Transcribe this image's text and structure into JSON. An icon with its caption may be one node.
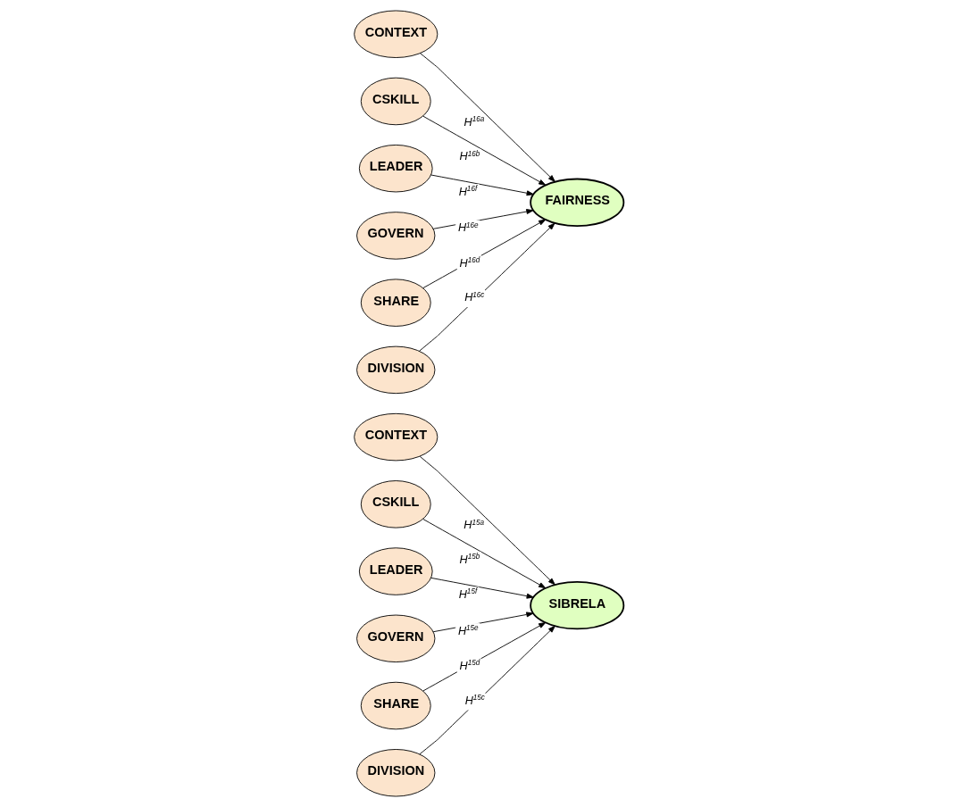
{
  "diagram": {
    "nodes": [
      {
        "text": [
          "CONTEXT"
        ]
      },
      {
        "text": [
          "CSKILL"
        ]
      },
      {
        "text": [
          "LEADER"
        ]
      },
      {
        "text": [
          "GOVERN"
        ]
      },
      {
        "text": [
          "SHARE"
        ]
      },
      {
        "text": [
          "DIVISION"
        ]
      },
      {
        "text": [
          "SIBRELA"
        ]
      },
      {
        "text": [
          "CONTEXT"
        ]
      },
      {
        "text": [
          "CSKILL"
        ]
      },
      {
        "text": [
          "LEADER"
        ]
      },
      {
        "text": [
          "GOVERN"
        ]
      },
      {
        "text": [
          "SHARE"
        ]
      },
      {
        "text": [
          "DIVISION"
        ]
      },
      {
        "text": [
          "FAIRNESS"
        ]
      }
    ],
    "edges": [
      {
        "from": 0,
        "to": 6,
        "arrow": "to",
        "label": "H$^{15a}$"
      },
      {
        "from": 1,
        "to": 6,
        "arrow": "to",
        "label": "H$^{15b}$"
      },
      {
        "from": 2,
        "to": 6,
        "arrow": "to",
        "label": "H$^{15f}$"
      },
      {
        "from": 3,
        "to": 6,
        "arrow": "to",
        "label": "H$^{15e}$"
      },
      {
        "from": 4,
        "to": 6,
        "arrow": "to",
        "label": "H$^{15d}$"
      },
      {
        "from": 5,
        "to": 6,
        "arrow": "to",
        "label": "H$^{15c}$"
      },
      {
        "from": 7,
        "to": 13,
        "arrow": "to",
        "label": "H$^{16a}$"
      },
      {
        "from": 8,
        "to": 13,
        "arrow": "to",
        "label": "H$^{16b}$"
      },
      {
        "from": 9,
        "to": 13,
        "arrow": "to",
        "label": "H$^{16f}$"
      },
      {
        "from": 10,
        "to": 13,
        "arrow": "to",
        "label": "H$^{16e}$"
      },
      {
        "from": 11,
        "to": 13,
        "arrow": "to",
        "label": "H$^{16d}$"
      },
      {
        "from": 12,
        "to": 13,
        "arrow": "to",
        "label": "H$^{16c}$"
      }
    ]
  }
}
